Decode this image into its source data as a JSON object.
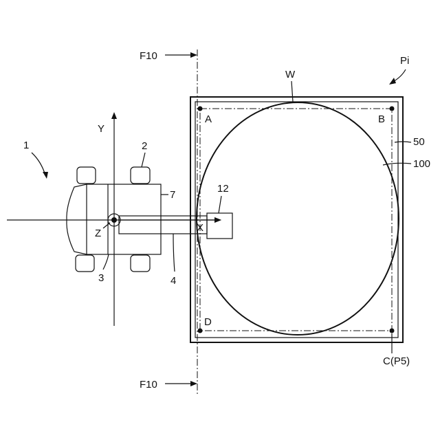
{
  "labels": {
    "section_top": "F10",
    "section_bottom": "F10",
    "pi": "Pi",
    "wafer": "W",
    "robot": "1",
    "part2": "2",
    "part3": "3",
    "part4": "4",
    "part7": "7",
    "part12": "12",
    "part50": "50",
    "part100": "100",
    "axis_y": "Y",
    "axis_x": "X",
    "axis_z": "Z",
    "corner_a": "A",
    "corner_b": "B",
    "corner_d": "D",
    "corner_c": "C(P5)"
  }
}
